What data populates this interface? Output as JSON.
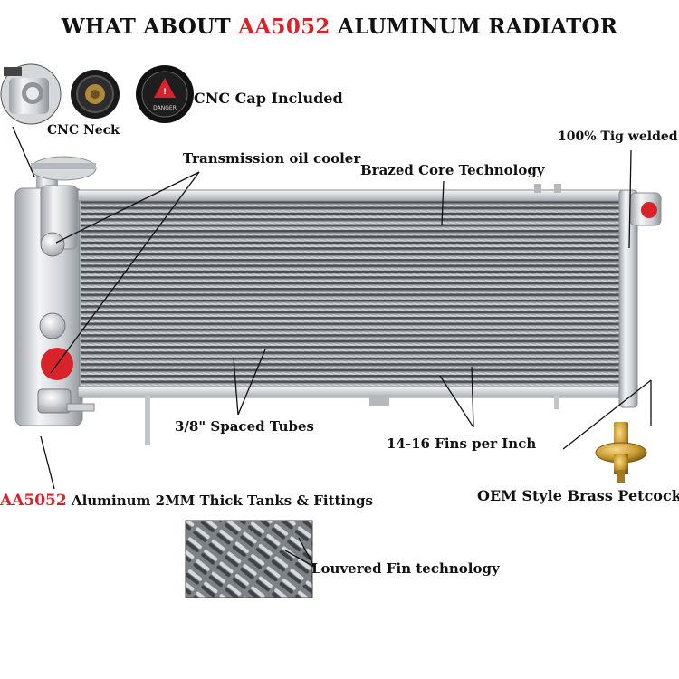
{
  "title": {
    "prefix": "WHAT ABOUT ",
    "highlight": "AA5052",
    "suffix": " ALUMINUM RADIATOR"
  },
  "labels": {
    "cnc_cap": "CNC Cap Included",
    "cnc_neck": "CNC Neck",
    "tig_welded": "100% Tig welded",
    "transmission_cooler": "Transmission oil cooler",
    "brazed_core": "Brazed Core Technology",
    "spaced_tubes": "3/8\" Spaced Tubes",
    "fins_per_inch": "14-16 Fins per Inch",
    "tanks_highlight": "AA5052",
    "tanks_rest": " Aluminum 2MM Thick Tanks & Fittings",
    "petcock": "OEM Style Brass Petcock",
    "louvered": "Louvered Fin technology"
  },
  "cap_badge": {
    "warning_text": "DANGER"
  },
  "colors": {
    "accent_red": "#d9232b",
    "text": "#111111",
    "aluminum": "#c9ccd0",
    "brass": "#c99a2e"
  },
  "icons": [
    "cnc-neck-closeup",
    "black-radiator-cap",
    "danger-cnc-cap",
    "brass-petcock",
    "louvered-fin-closeup"
  ]
}
